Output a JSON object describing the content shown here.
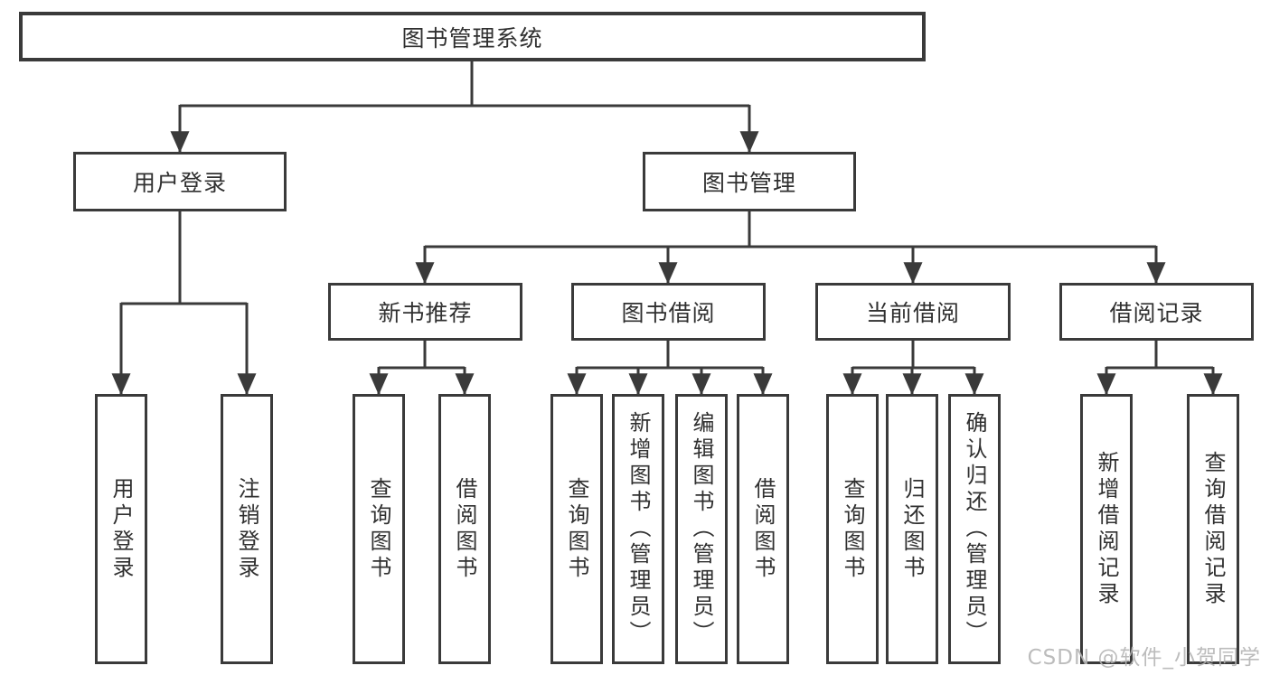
{
  "colors": {
    "line": "#3a3a3a",
    "text": "#303030",
    "box_background": "#ffffff",
    "watermark": "#b5b5b5"
  },
  "tree": {
    "root": {
      "label": "图书管理系统"
    },
    "branches": [
      {
        "label": "用户登录",
        "children": [
          {
            "label": "用户登录"
          },
          {
            "label": "注销登录"
          }
        ]
      },
      {
        "label": "图书管理",
        "children": [
          {
            "label": "新书推荐",
            "children": [
              {
                "label": "查询图书"
              },
              {
                "label": "借阅图书"
              }
            ]
          },
          {
            "label": "图书借阅",
            "children": [
              {
                "label": "查询图书"
              },
              {
                "label": "新增图书（管理员）"
              },
              {
                "label": "编辑图书（管理员）"
              },
              {
                "label": "借阅图书"
              }
            ]
          },
          {
            "label": "当前借阅",
            "children": [
              {
                "label": "查询图书"
              },
              {
                "label": "归还图书"
              },
              {
                "label": "确认归还（管理员）"
              }
            ]
          },
          {
            "label": "借阅记录",
            "children": [
              {
                "label": "新增借阅记录"
              },
              {
                "label": "查询借阅记录"
              }
            ]
          }
        ]
      }
    ]
  },
  "watermark": {
    "text": "CSDN @软件_小贺同学"
  }
}
